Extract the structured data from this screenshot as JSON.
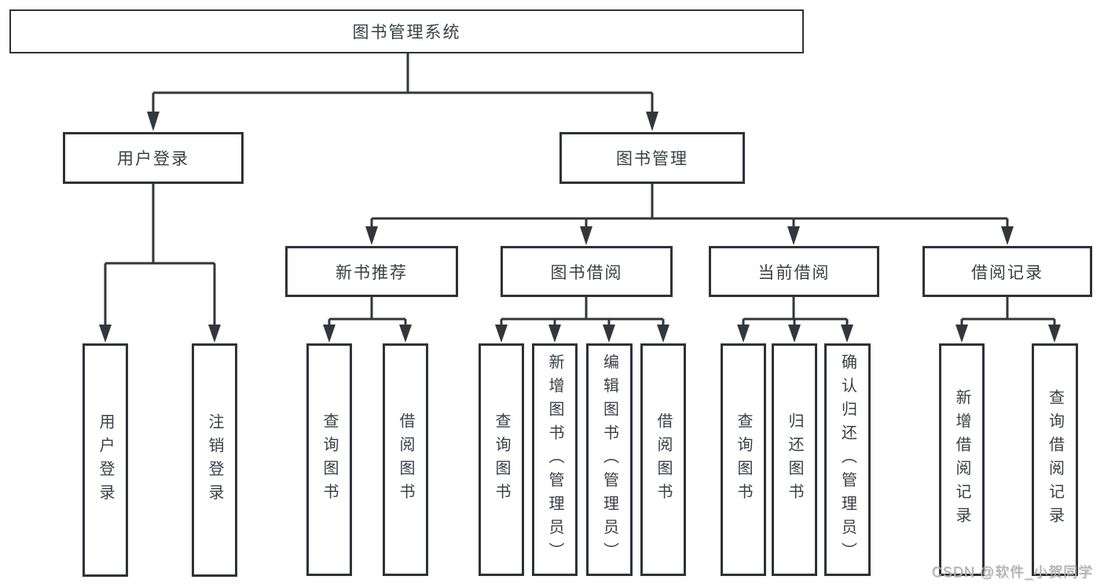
{
  "tree": {
    "label": "图书管理系统",
    "children": [
      {
        "label": "用户登录",
        "children": [
          {
            "label": "用户登录"
          },
          {
            "label": "注销登录"
          }
        ]
      },
      {
        "label": "图书管理",
        "children": [
          {
            "label": "新书推荐",
            "children": [
              {
                "label": "查询图书"
              },
              {
                "label": "借阅图书"
              }
            ]
          },
          {
            "label": "图书借阅",
            "children": [
              {
                "label": "查询图书"
              },
              {
                "label": "新增图书（管理员）"
              },
              {
                "label": "编辑图书（管理员）"
              },
              {
                "label": "借阅图书"
              }
            ]
          },
          {
            "label": "当前借阅",
            "children": [
              {
                "label": "查询图书"
              },
              {
                "label": "归还图书"
              },
              {
                "label": "确认归还（管理员）"
              }
            ]
          },
          {
            "label": "借阅记录",
            "children": [
              {
                "label": "新增借阅记录"
              },
              {
                "label": "查询借阅记录"
              }
            ]
          }
        ]
      }
    ]
  },
  "watermark": {
    "text": "CSDN @软件_小贺同学"
  },
  "colors": {
    "background": "#ffffff",
    "line": "#33363a",
    "box_border": "#2f3237",
    "text": "#3a3f47",
    "watermark": "#b4b4b4"
  }
}
